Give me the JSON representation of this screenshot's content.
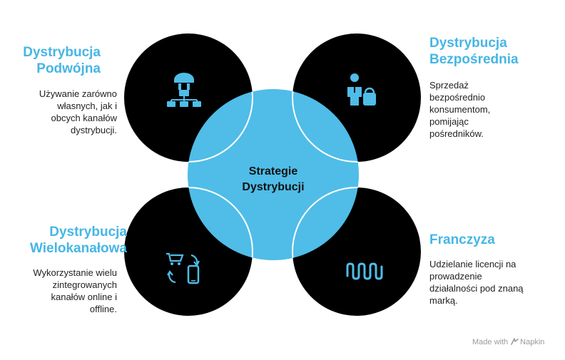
{
  "center": {
    "line1": "Strategie",
    "line2": "Dystrybucji"
  },
  "items": [
    {
      "title_line1": "Dystrybucja",
      "title_line2": "Podwójna",
      "desc": [
        "Używanie zarówno",
        "własnych, jak i",
        "obcych kanałów",
        "dystrybucji."
      ],
      "icon": "hierarchy-structure-icon"
    },
    {
      "title_line1": "Dystrybucja",
      "title_line2": "Bezpośrednia",
      "desc": [
        "Sprzedaż",
        "bezpośrednio",
        "konsumentom,",
        "pomijając",
        "pośredników."
      ],
      "icon": "person-with-bag-icon"
    },
    {
      "title_line1": "Dystrybucja",
      "title_line2": "Wielokanałowa",
      "desc": [
        "Wykorzystanie wielu",
        "zintegrowanych",
        "kanałów online i",
        "offline."
      ],
      "icon": "cart-phone-sync-icon"
    },
    {
      "title_line1": "Franczyza",
      "title_line2": "",
      "desc": [
        "Udzielanie licencji na",
        "prowadzenie",
        "działalności pod znaną",
        "marką."
      ],
      "icon": "zigzag-wave-icon"
    }
  ],
  "watermark": {
    "prefix": "Made with",
    "brand": "Napkin"
  },
  "colors": {
    "accent": "#45b6e5",
    "dark": "#000000",
    "center_fill": "#4fbde8"
  }
}
